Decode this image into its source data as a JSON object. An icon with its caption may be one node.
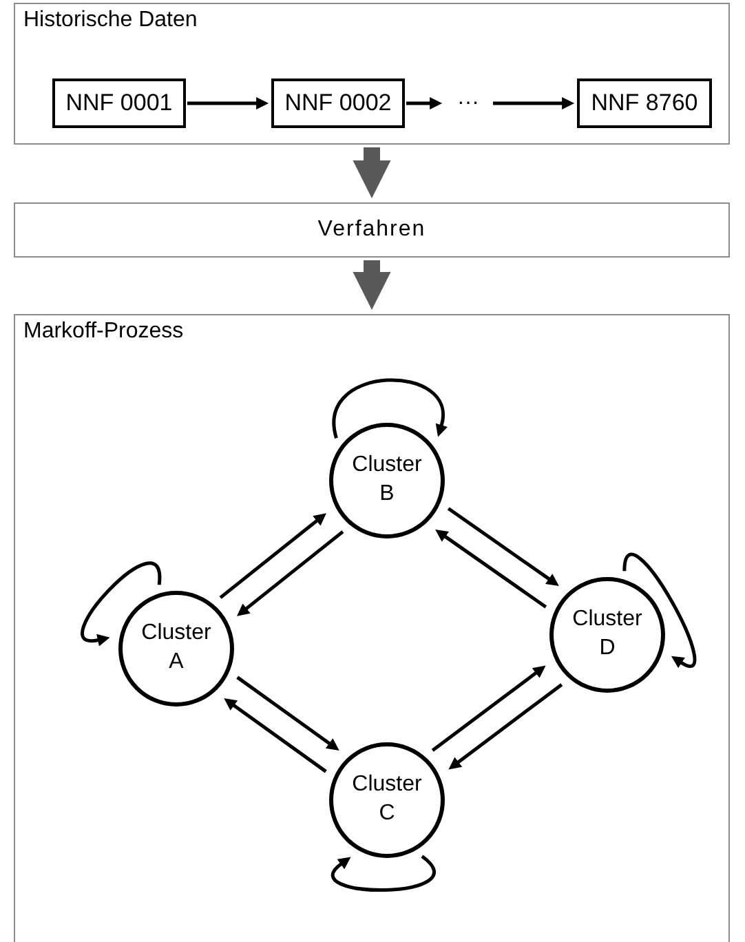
{
  "diagram": {
    "nodes": [
      {
        "text": [
          "Historische Daten"
        ]
      },
      {
        "text": [
          "NNF 0001"
        ],
        "in": 0
      },
      {
        "text": [
          "NNF 0002"
        ],
        "in": 0
      },
      {
        "text": [
          "···"
        ],
        "in": 0
      },
      {
        "text": [
          "NNF 8760"
        ],
        "in": 0
      },
      {
        "text": [
          "Verfahren"
        ]
      },
      {
        "text": [
          "Markoff-Prozess"
        ]
      },
      {
        "text": [
          "Cluster B"
        ],
        "in": 6
      },
      {
        "text": [
          "Cluster A"
        ],
        "in": 6
      },
      {
        "text": [
          "Cluster D"
        ],
        "in": 6
      },
      {
        "text": [
          "Cluster C"
        ],
        "in": 6
      }
    ],
    "edges": [
      {
        "from": 1,
        "to": 2,
        "arrow": "to"
      },
      {
        "from": 2,
        "to": 3,
        "arrow": "to"
      },
      {
        "from": 3,
        "to": 4,
        "arrow": "to"
      },
      {
        "from": 0,
        "to": 5,
        "arrow": "to",
        "style": "thick",
        "color": "#595959"
      },
      {
        "from": 5,
        "to": 6,
        "arrow": "to",
        "style": "thick",
        "color": "#595959"
      },
      {
        "from": 8,
        "to": 7,
        "arrow": "to"
      },
      {
        "from": 7,
        "to": 8,
        "arrow": "to"
      },
      {
        "from": 7,
        "to": 9,
        "arrow": "to"
      },
      {
        "from": 9,
        "to": 7,
        "arrow": "to"
      },
      {
        "from": 8,
        "to": 10,
        "arrow": "to"
      },
      {
        "from": 10,
        "to": 8,
        "arrow": "to"
      },
      {
        "from": 10,
        "to": 9,
        "arrow": "to"
      },
      {
        "from": 9,
        "to": 10,
        "arrow": "to"
      },
      {
        "from": 7,
        "to": 7,
        "arrow": "to"
      },
      {
        "from": 8,
        "to": 8,
        "arrow": "to"
      },
      {
        "from": 9,
        "to": 9,
        "arrow": "to"
      },
      {
        "from": 10,
        "to": 10,
        "arrow": "to"
      }
    ]
  }
}
